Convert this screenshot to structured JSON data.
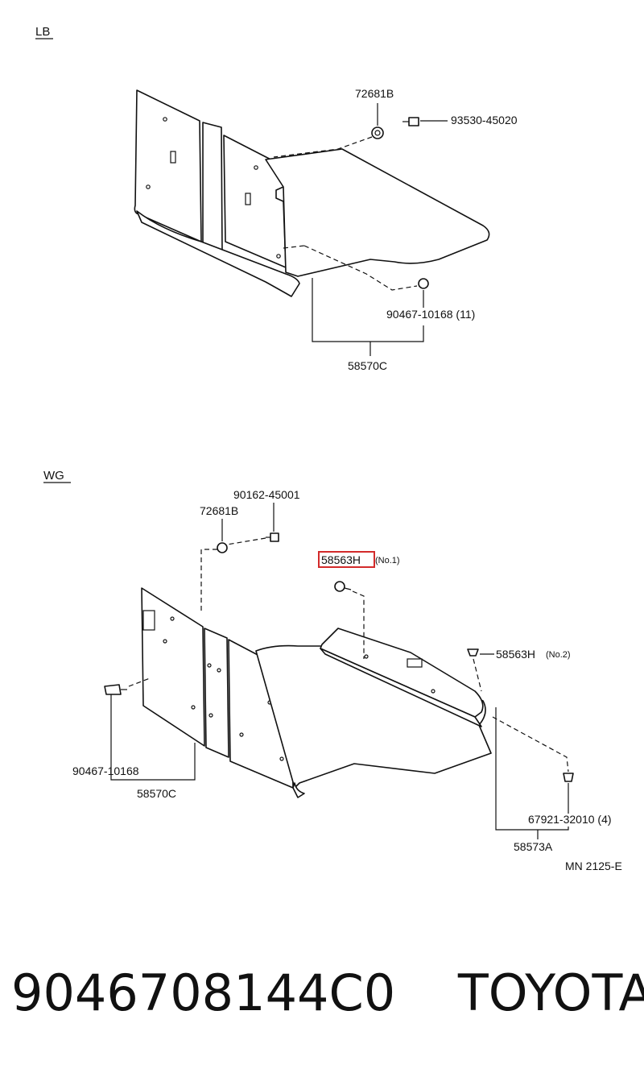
{
  "sections": {
    "lb": "LB",
    "wg": "WG"
  },
  "lb_callouts": {
    "c1": "72681B",
    "c2": "93530-45020",
    "c3": "90467-10168 (11)",
    "c4": "58570C"
  },
  "wg_callouts": {
    "c1": "90162-45001",
    "c2": "72681B",
    "c3": "58563H",
    "c3_note": "(No.1)",
    "c4": "58563H",
    "c4_note": "(No.2)",
    "c5": "90467-10168",
    "c6": "58570C",
    "c7": "67921-32010 (4)",
    "c8": "58573A"
  },
  "diagram_ref": "MN 2125-E",
  "footer": {
    "part_number": "9046708144C0",
    "brand": "TOYOTA"
  },
  "highlight_color": "#d32b2b"
}
